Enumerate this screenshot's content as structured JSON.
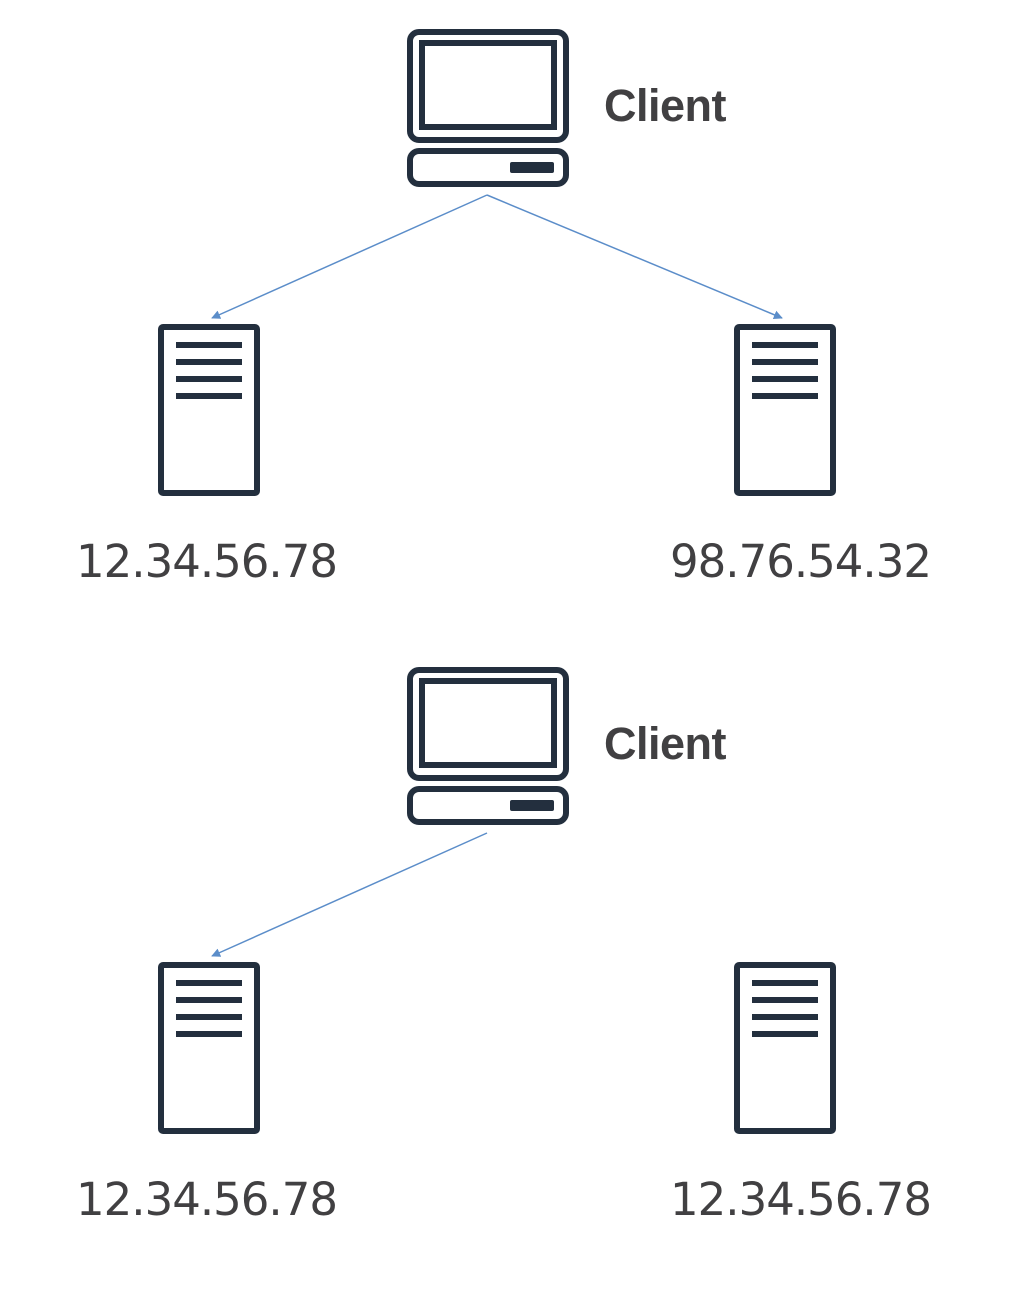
{
  "colors": {
    "icon_stroke": "#232f3e",
    "arrow": "#5b8dc9",
    "label_text": "#414042"
  },
  "diagrams": [
    {
      "client": {
        "label": "Client",
        "icon": "desktop-computer-icon"
      },
      "servers": [
        {
          "ip": "12.34.56.78",
          "icon": "server-icon",
          "connected": true
        },
        {
          "ip": "98.76.54.32",
          "icon": "server-icon",
          "connected": true
        }
      ]
    },
    {
      "client": {
        "label": "Client",
        "icon": "desktop-computer-icon"
      },
      "servers": [
        {
          "ip": "12.34.56.78",
          "icon": "server-icon",
          "connected": true
        },
        {
          "ip": "12.34.56.78",
          "icon": "server-icon",
          "connected": false
        }
      ]
    }
  ]
}
